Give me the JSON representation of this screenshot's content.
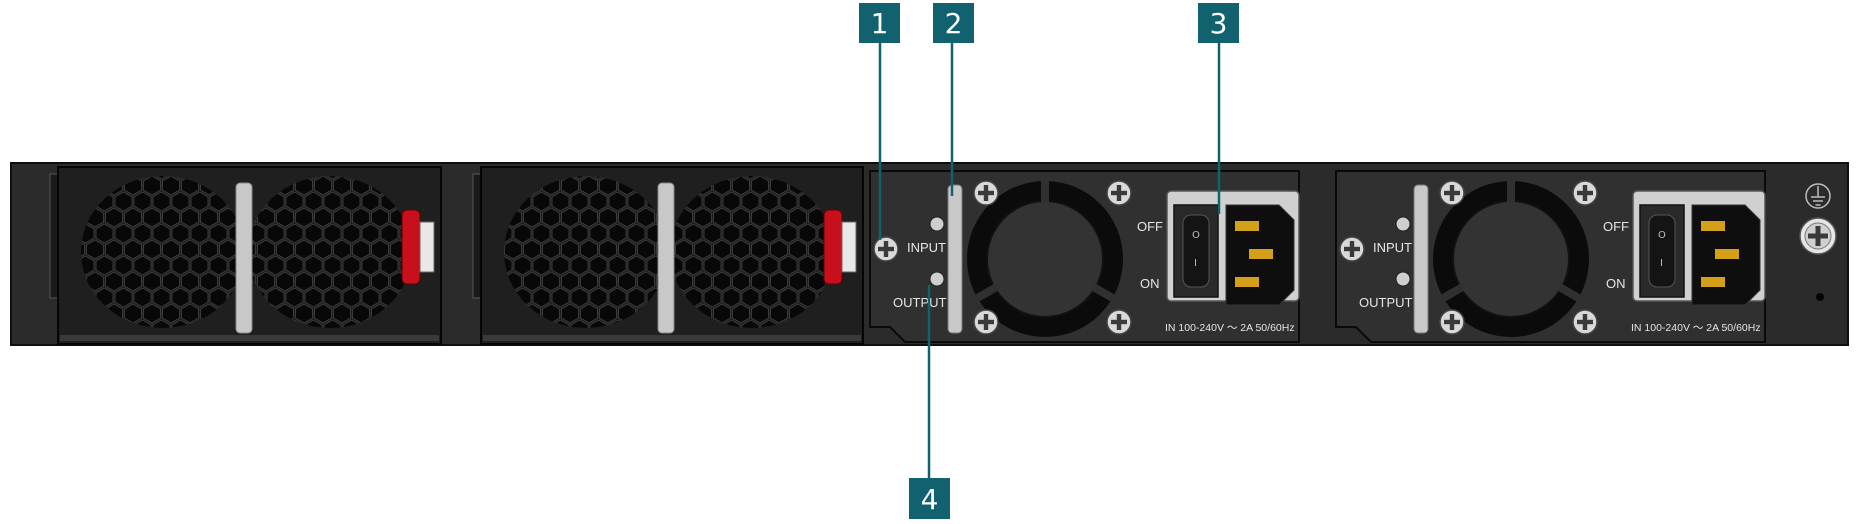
{
  "diagram": {
    "callouts": [
      "1",
      "2",
      "3",
      "4"
    ],
    "psu_left": {
      "led_labels": [
        "INPUT",
        "OUTPUT"
      ],
      "switch_labels": [
        "OFF",
        "ON"
      ],
      "switch_marks": [
        "O",
        "I"
      ],
      "rating": "IN 100-240V ～ 2A   50/60Hz"
    },
    "psu_right": {
      "led_labels": [
        "INPUT",
        "OUTPUT"
      ],
      "switch_labels": [
        "OFF",
        "ON"
      ],
      "switch_marks": [
        "O",
        "I"
      ],
      "rating": "IN 100-240V ～ 2A   50/60Hz"
    },
    "colors": {
      "callout": "#12616f",
      "chassis": "#2b2b2b",
      "module": "#1f1f1f",
      "fan_hex": "#0a0a0a",
      "latch_red": "#c8101c",
      "inlet_pin": "#d4a017",
      "handle": "#c8c8c8"
    },
    "icons": [
      "ground-symbol-icon",
      "screw-icon",
      "fan-icon",
      "power-inlet-icon",
      "rocker-switch-icon"
    ]
  }
}
